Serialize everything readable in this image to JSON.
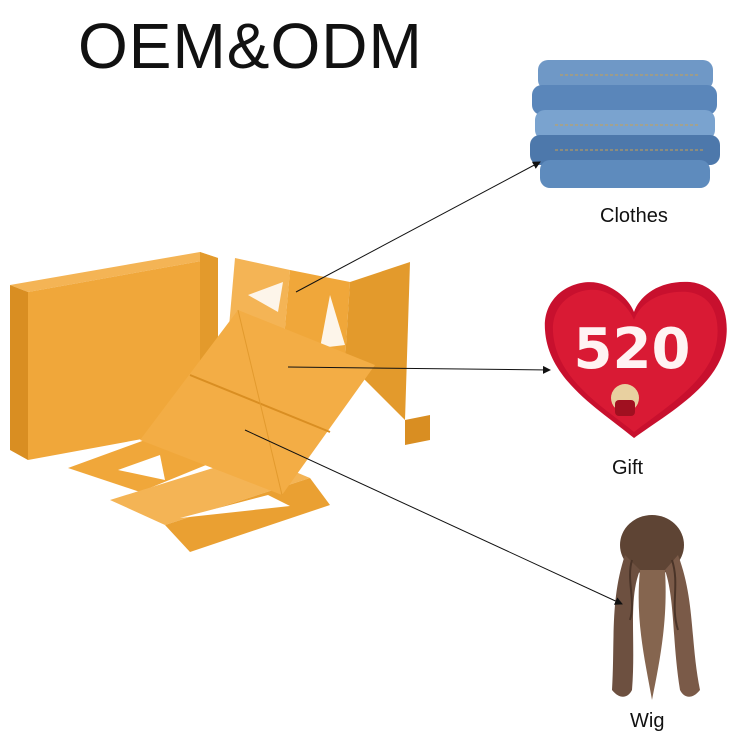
{
  "headline": "OEM&ODM",
  "products": [
    {
      "label": "Clothes",
      "icon": "folded-jeans-icon"
    },
    {
      "label": "Gift",
      "icon": "heart-rose-gift-icon"
    },
    {
      "label": "Wig",
      "icon": "long-wavy-wig-icon"
    }
  ],
  "gift_text": "520",
  "colors": {
    "box_orange": "#f0a73a",
    "box_shade": "#d98e22",
    "denim": "#5b86b8",
    "heart_red": "#c8102e",
    "wig_brown": "#6d5040",
    "arrow": "#111111"
  }
}
